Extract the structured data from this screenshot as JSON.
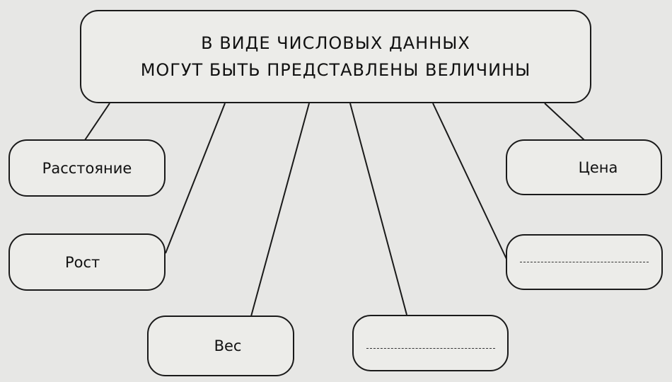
{
  "diagram": {
    "root": {
      "line1": "В ВИДЕ ЧИСЛОВЫХ ДАННЫХ",
      "line2": "МОГУТ БЫТЬ ПРЕДСТАВЛЕНЫ ВЕЛИЧИНЫ"
    },
    "nodes": {
      "distance": "Расстояние",
      "price": "Цена",
      "height": "Рост",
      "weight": "Вес",
      "blank_right": "",
      "blank_bottom": ""
    },
    "colors": {
      "line": "#1a1a1a",
      "paper": "#e7e7e5"
    }
  }
}
